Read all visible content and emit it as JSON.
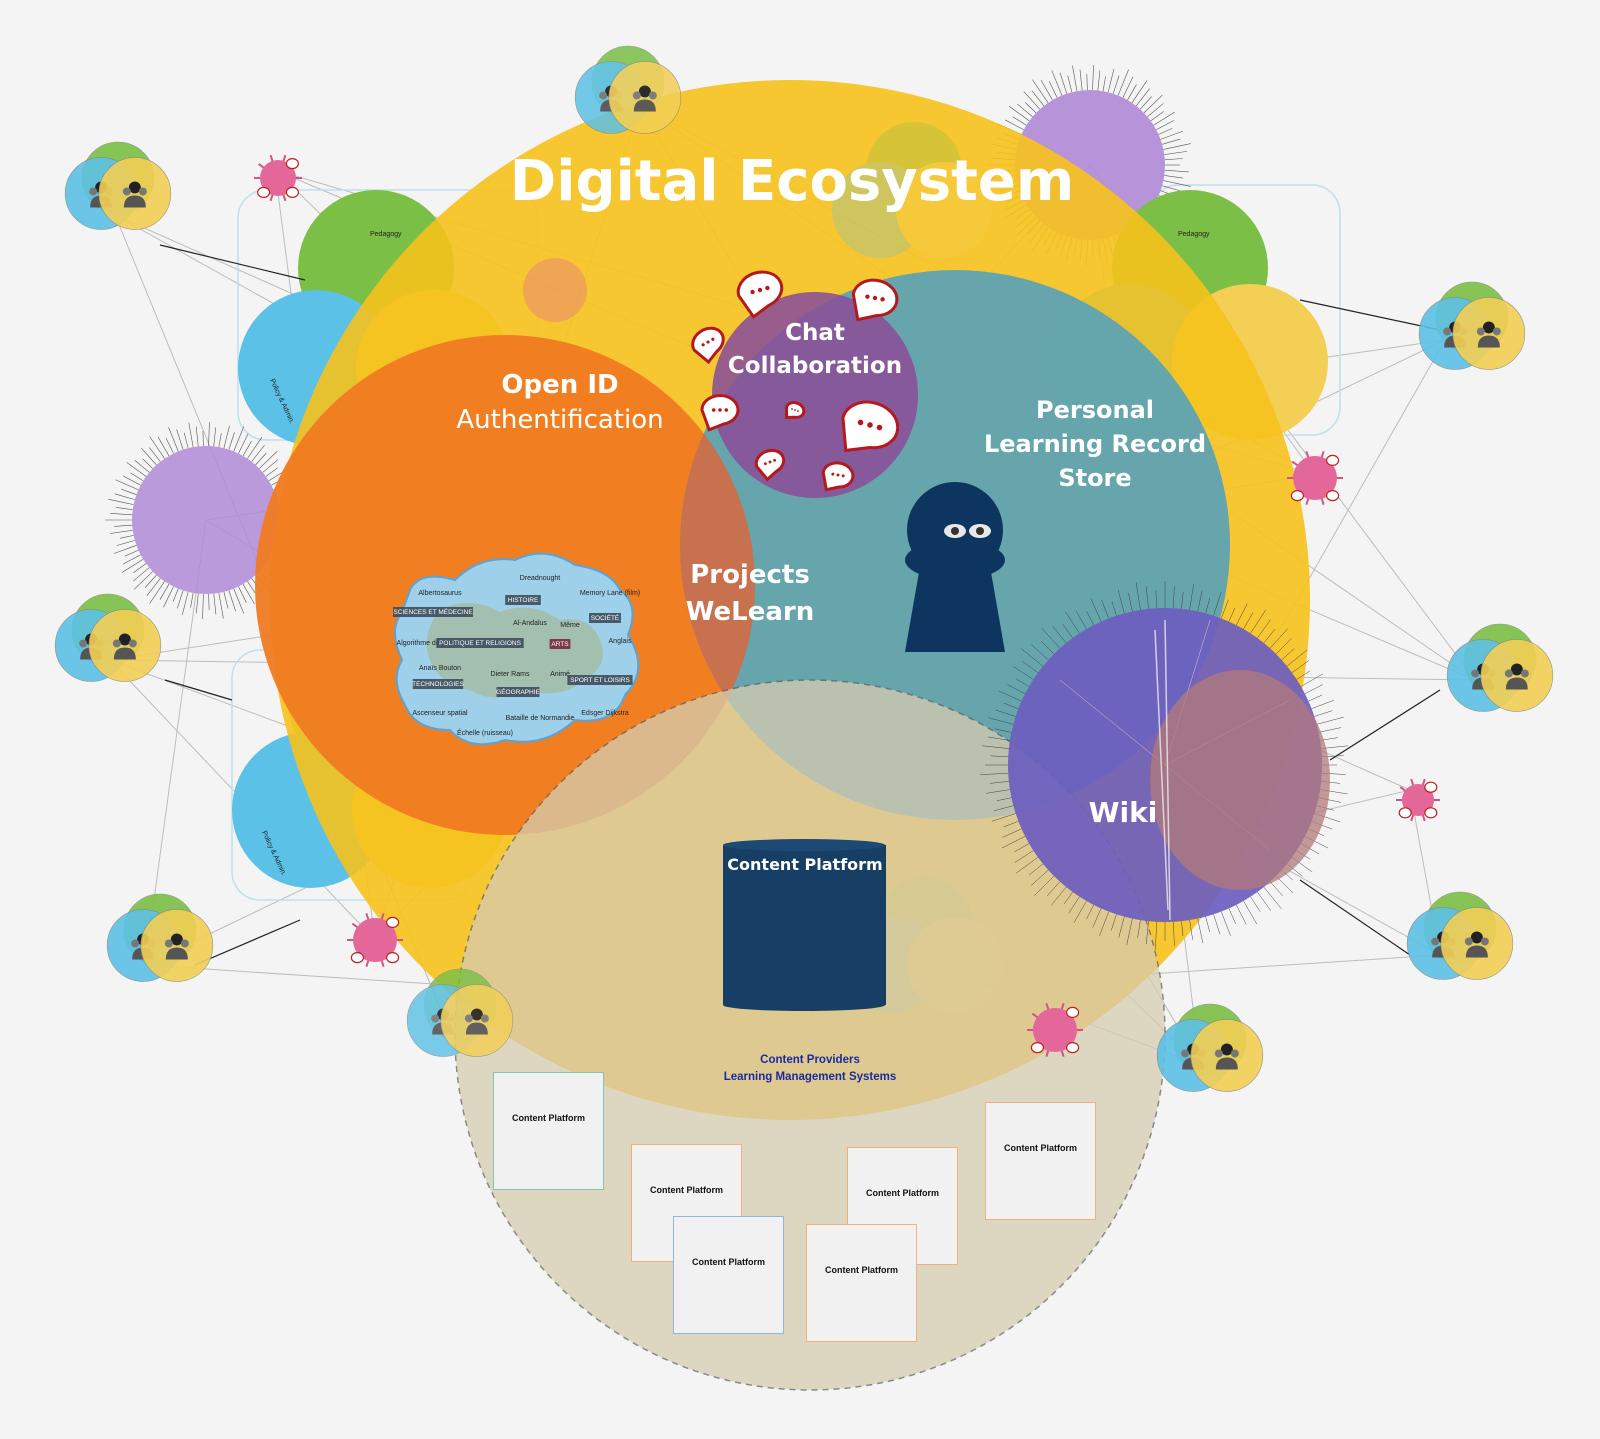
{
  "title": "Digital Ecosystem",
  "regions": {
    "openid_line1": "Open ID",
    "openid_line2": "Authentification",
    "chat_line1": "Chat",
    "chat_line2": "Collaboration",
    "plrs_line1": "Personal",
    "plrs_line2": "Learning Record",
    "plrs_line3": "Store",
    "projects_line1": "Projects",
    "projects_line2": "WeLearn",
    "wiki": "Wiki"
  },
  "content_platform_main": "Content Platform",
  "providers": {
    "line1": "Content Providers",
    "line2": "Learning Management Systems"
  },
  "cards": [
    "Content Platform",
    "Content Platform",
    "Content Platform",
    "Content Platform",
    "Content Platform",
    "Content Platform"
  ],
  "background_groups": {
    "pedagogy_left": "Pedagogy",
    "pedagogy_right": "Pedagogy",
    "policy_left_top": "Policy & Admin.",
    "policy_left_bottom": "Policy & Admin."
  },
  "map": {
    "labels": [
      "Albertosaurus",
      "Dreadnought",
      "Memory Lane (film)",
      "Al-Andalus",
      "Même",
      "Algorithme de Kleene",
      "Anglais",
      "Anaïs Bouton",
      "Dieter Rams",
      "Animé",
      "Ascenseur spatial",
      "Bataille de Normandie",
      "Edsger Dijkstra",
      "Échelle (ruisseau)"
    ],
    "tags": [
      "SCIENCES ET MÉDECINE",
      "HISTOIRE",
      "SOCIÉTÉ",
      "POLITIQUE ET RELIGIONS",
      "ARTS",
      "TECHNOLOGIES",
      "GÉOGRAPHIE",
      "SPORT ET LOISIRS"
    ]
  },
  "colors": {
    "background": "#f4f4f4",
    "ecosystem_yellow": "#f6c21c",
    "openid_orange": "#f07b22",
    "plrs_teal": "#5aa3b6",
    "chat_purple": "#8a4e97",
    "wiki_purple": "#6b5dbf",
    "content_beige": "#d9cba6",
    "content_platform_navy": "#173f66",
    "keyhole_navy": "#0d3560",
    "user_green": "#7cbf46",
    "user_blue": "#5cc1e6",
    "user_yellow": "#f3cf55",
    "pink_node": "#e4679a"
  }
}
